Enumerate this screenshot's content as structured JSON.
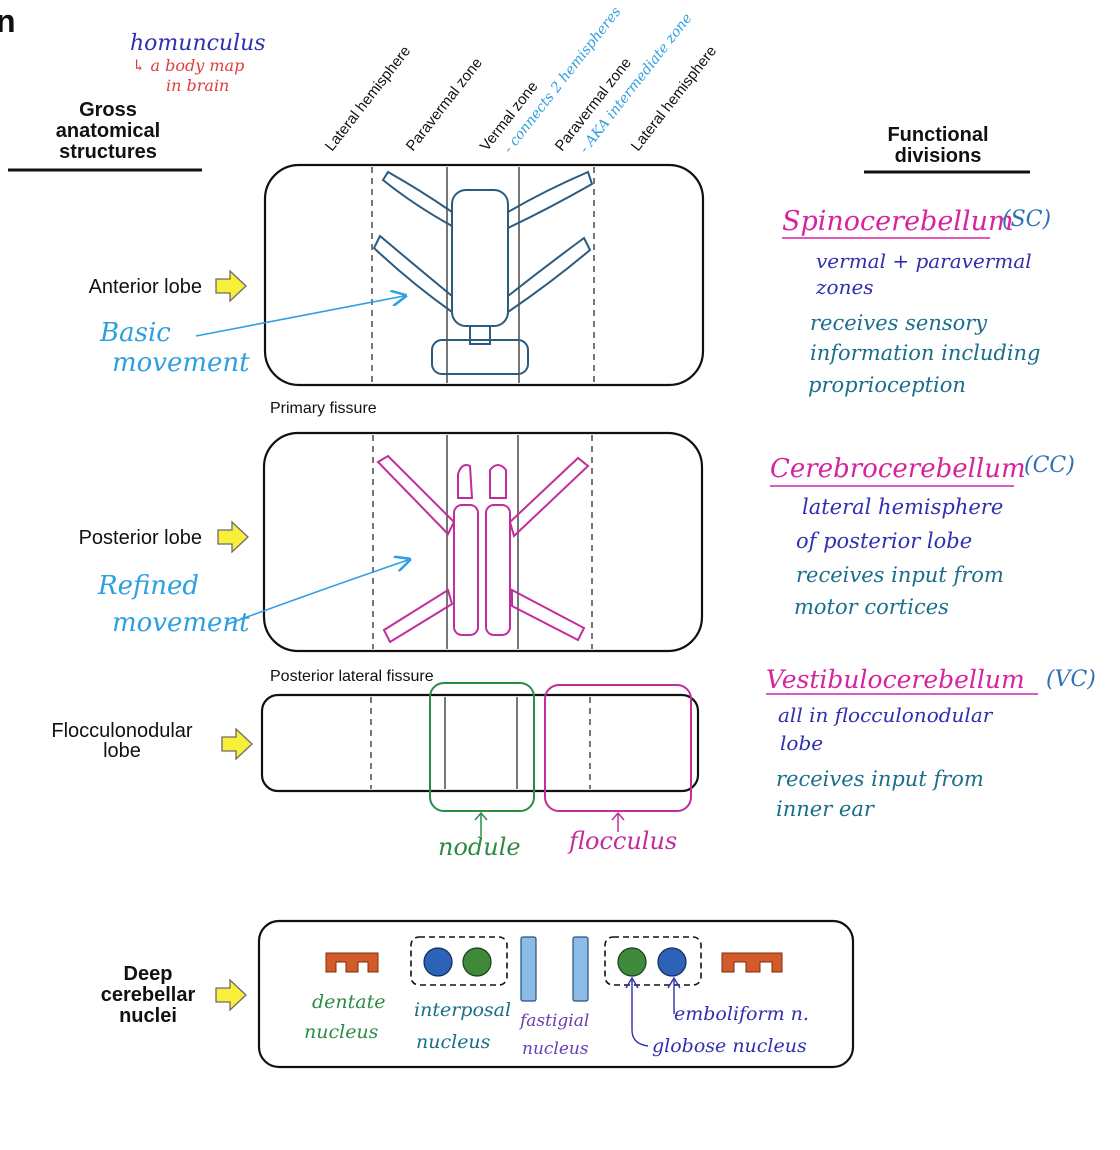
{
  "title_fragment": "n",
  "left_header": {
    "line1": "Gross",
    "line2": "anatomical",
    "line3": "structures"
  },
  "right_header": {
    "line1": "Functional",
    "line2": "divisions"
  },
  "homunculus_note": {
    "word": "homunculus",
    "line1": "↳ a body map",
    "line2": "in brain"
  },
  "zones": {
    "lateral_left": "Lateral hemisphere",
    "paravermal_left": "Paravermal zone",
    "vermal": "Vermal zone",
    "vermal_note": "- connects 2 hemispheres",
    "paravermal_right": "Paravermal zone",
    "paravermal_note": "- AKA intermediate zone",
    "lateral_right": "Lateral hemisphere"
  },
  "lobes": {
    "anterior": "Anterior lobe",
    "posterior": "Posterior lobe",
    "flocculonodular_line1": "Flocculonodular",
    "flocculonodular_line2": "lobe"
  },
  "fissures": {
    "primary": "Primary fissure",
    "posterior_lateral": "Posterior lateral fissure"
  },
  "notes": {
    "basic_line1": "Basic",
    "basic_line2": "movement",
    "refined_line1": "Refined",
    "refined_line2": "movement",
    "nodule": "nodule",
    "flocculus": "flocculus"
  },
  "deep_nuclei": {
    "label_line1": "Deep",
    "label_line2": "cerebellar",
    "label_line3": "nuclei",
    "dentate_line1": "dentate",
    "dentate_line2": "nucleus",
    "interposed_line1": "interposal",
    "interposed_line2": "nucleus",
    "fastigial_line1": "fastigial",
    "fastigial_line2": "nucleus",
    "emboliform": "emboliform n.",
    "globose": "globose nucleus"
  },
  "divisions": {
    "spino": {
      "title": "Spinocerebellum",
      "abbr": "(SC)",
      "line1": "vermal + paravermal",
      "line2": "zones",
      "line3": "receives sensory",
      "line4": "information including",
      "line5": "proprioception"
    },
    "cerebro": {
      "title": "Cerebrocerebellum",
      "abbr": "(CC)",
      "line1": "lateral hemisphere",
      "line2": "of posterior lobe",
      "line3": "receives input from",
      "line4": "motor cortices"
    },
    "vestibulo": {
      "title": "Vestibulocerebellum",
      "abbr": "(VC)",
      "line1": "all in flocculonodular",
      "line2": "lobe",
      "line3": "receives input from",
      "line4": "inner ear"
    }
  },
  "colors": {
    "anterior_body": "#2b5b7e",
    "posterior_body": "#c22d9c",
    "blue_note": "#2e9fe0",
    "red_note": "#e23c3c",
    "navy_note": "#2f2fb0",
    "teal_note": "#1a6e8a",
    "magenta_title": "#d6249f",
    "green": "#2e8b45",
    "dentate": "#d45a2a",
    "nucleus_blue": "#2c63b6",
    "nucleus_green": "#3f8a3a",
    "fastigial": "#8bbce8",
    "arrow_yellow": "#f7ef3a",
    "purple": "#6a3db0"
  }
}
